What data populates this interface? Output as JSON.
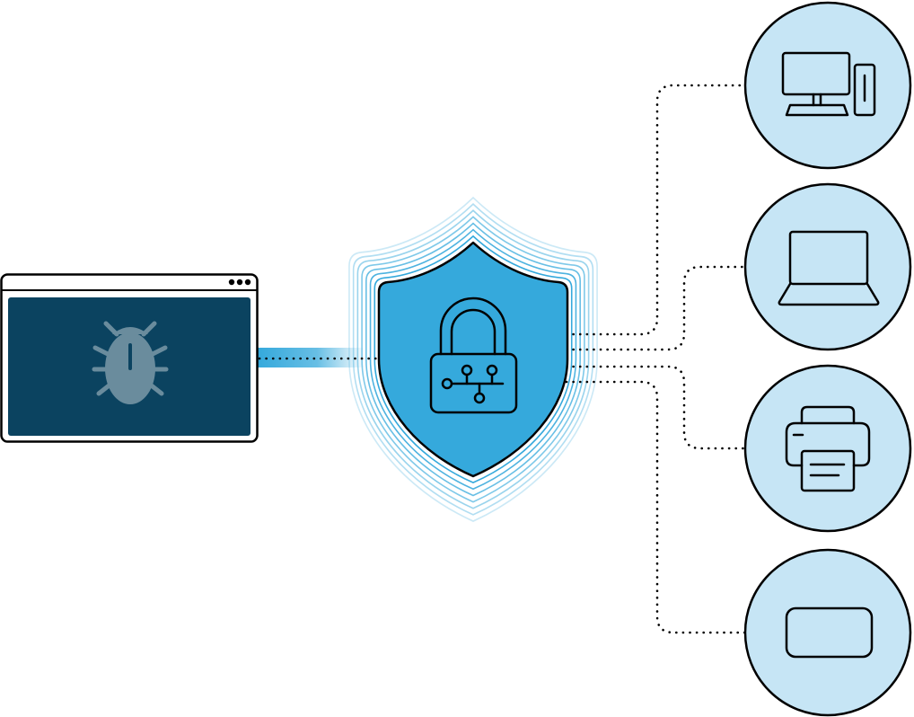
{
  "diagram": {
    "source": {
      "kind": "browser-window",
      "icon": "bug-icon",
      "frame_color": "#000000",
      "screen_color": "#0b4360",
      "icon_color": "#6a8c9d",
      "window_controls": [
        "dot",
        "dot",
        "dot"
      ]
    },
    "protector": {
      "kind": "security-shield",
      "icon": "padlock-circuit-icon",
      "fill_color": "#35a9dc",
      "ripple_color": "#35a9dc",
      "ripple_count": 7
    },
    "beam_color": "#35a9dc",
    "connector_style": "dotted",
    "endpoint_fill": "#c6e5f5",
    "endpoints": [
      {
        "name": "desktop-computer",
        "icon": "desktop-computer-icon"
      },
      {
        "name": "laptop",
        "icon": "laptop-icon"
      },
      {
        "name": "printer",
        "icon": "printer-icon"
      },
      {
        "name": "generic-device",
        "icon": "rounded-rectangle-device-icon"
      }
    ]
  }
}
